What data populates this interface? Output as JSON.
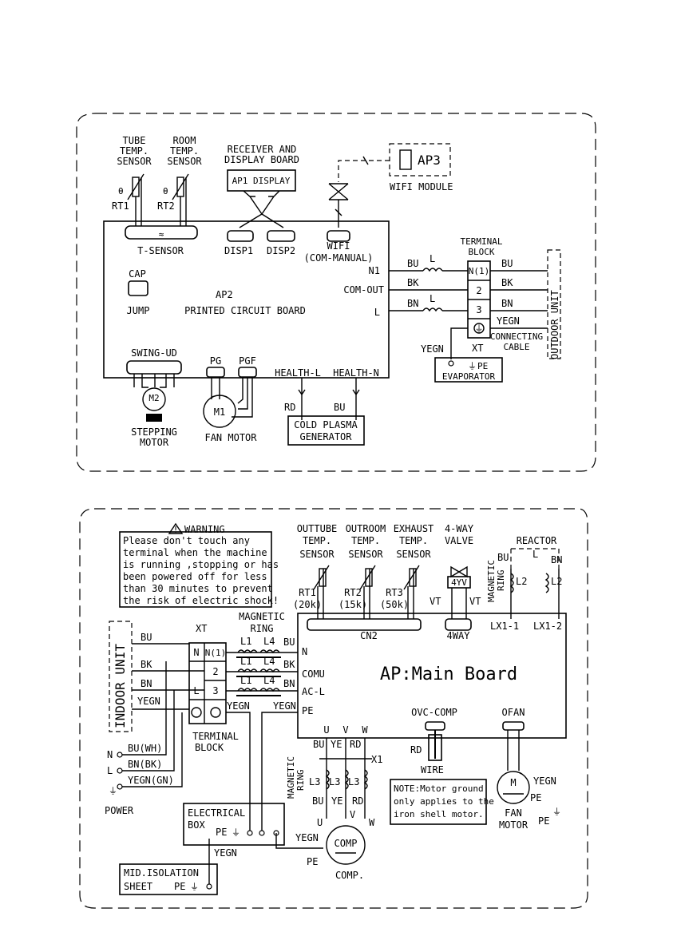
{
  "indoor": {
    "tube_sensor": [
      "TUBE",
      "TEMP.",
      "SENSOR"
    ],
    "room_sensor": [
      "ROOM",
      "TEMP.",
      "SENSOR"
    ],
    "receiver": [
      "RECEIVER AND",
      "DISPLAY BOARD"
    ],
    "ap1_display": "AP1 DISPLAY",
    "ap3": "AP3",
    "wifi_module": "WIFI MODULE",
    "rt1": "RT1",
    "rt2": "RT2",
    "t_sensor": "T-SENSOR",
    "disp1": "DISP1",
    "disp2": "DISP2",
    "wifi": "WIFI",
    "com_manual": "(COM-MANUAL)",
    "cap": "CAP",
    "jump": "JUMP",
    "ap2": "AP2",
    "pcb": "PRINTED CIRCUIT BOARD",
    "n1": "N1",
    "com_out": "COM-OUT",
    "l": "L",
    "wire_bu": "BU",
    "wire_bk": "BK",
    "wire_bn": "BN",
    "wire_yegn": "YEGN",
    "wire_rd": "RD",
    "terminal_block": [
      "TERMINAL",
      "BLOCK"
    ],
    "term_n1": "N(1)",
    "term_2": "2",
    "term_3": "3",
    "xt": "XT",
    "connecting_cable": [
      "CONNECTING",
      "CABLE"
    ],
    "outdoor_unit": "OUTDOOR UNIT",
    "pe": "PE",
    "evaporator": "EVAPORATOR",
    "swing_ud": "SWING-UD",
    "m2": "M2",
    "stepping_motor": [
      "STEPPING",
      "MOTOR"
    ],
    "pg": "PG",
    "pgf": "PGF",
    "m1": "M1",
    "fan_motor": "FAN MOTOR",
    "health_l": "HEALTH-L",
    "health_n": "HEALTH-N",
    "cold_plasma": [
      "COLD PLASMA",
      "GENERATOR"
    ]
  },
  "outdoor": {
    "warning_title": "WARNING",
    "warning_lines": [
      "Please don't touch any",
      "terminal when the machine",
      "is running ,stopping or has",
      "been powered off for less",
      "than 30 minutes to prevent",
      "the risk of electric shock!"
    ],
    "outtube": [
      "OUTTUBE",
      "TEMP.",
      "SENSOR"
    ],
    "outroom": [
      "OUTROOM",
      "TEMP.",
      "SENSOR"
    ],
    "exhaust": [
      "EXHAUST",
      "TEMP.",
      "SENSOR"
    ],
    "valve": [
      "4-WAY",
      "VALVE"
    ],
    "reactor": "REACTOR",
    "magnetic_ring": [
      "MAGNETIC",
      "RING"
    ],
    "rt1": [
      "RT1",
      "(20k)"
    ],
    "rt2": [
      "RT2",
      "(15k)"
    ],
    "rt3": [
      "RT3",
      "(50k)"
    ],
    "vt": "VT",
    "yv": "4YV",
    "cn2": "CN2",
    "fourway": "4WAY",
    "lx1_1": "LX1-1",
    "lx1_2": "LX1-2",
    "l2": "L2",
    "l": "L",
    "indoor_unit": "INDOOR UNIT",
    "xt": "XT",
    "term_n": "N",
    "term_n1": "N(1)",
    "term_2": "2",
    "term_l": "L",
    "term_3": "3",
    "l1": "L1",
    "l4": "L4",
    "n": "N",
    "comu": "COMU",
    "ac_l": "AC-L",
    "pe": "PE",
    "main_board": "AP:Main Board",
    "terminal_block": [
      "TERMINAL",
      "BLOCK"
    ],
    "ovc_comp": "OVC-COMP",
    "ofan": "OFAN",
    "u": "U",
    "v": "V",
    "w": "W",
    "ye": "YE",
    "x1": "X1",
    "wire_bu": "BU",
    "wire_bk": "BK",
    "wire_bn": "BN",
    "wire_rd": "RD",
    "wire_yegn": "YEGN",
    "wire_label": "WIRE",
    "l3": "L3",
    "power_n": "N",
    "power_l": "L",
    "bu_wh": "BU(WH)",
    "bn_bk": "BN(BK)",
    "yegn_gn": "YEGN(GN)",
    "power": "POWER",
    "electrical_box": [
      "ELECTRICAL",
      "BOX"
    ],
    "note": [
      "NOTE:Motor ground",
      "only applies to the",
      "iron shell motor."
    ],
    "m": "M",
    "fan_motor": [
      "FAN",
      "MOTOR"
    ],
    "comp": "COMP",
    "comp_label": "COMP.",
    "mid_isolation": [
      "MID.ISOLATION",
      "SHEET"
    ]
  }
}
